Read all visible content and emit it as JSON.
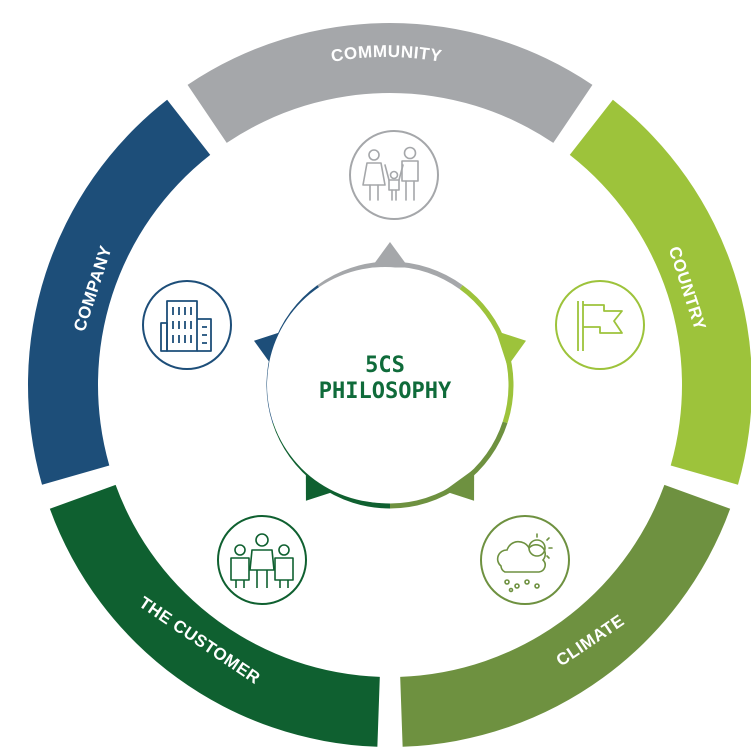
{
  "center": {
    "line1": "5CS",
    "line2": "PHILOSOPHY"
  },
  "segments": [
    {
      "key": "community",
      "label": "COMMUNITY",
      "color": "#a5a7aa",
      "icon": "family-icon"
    },
    {
      "key": "country",
      "label": "COUNTRY",
      "color": "#9dc33b",
      "icon": "flag-icon"
    },
    {
      "key": "climate",
      "label": "CLIMATE",
      "color": "#6e9140",
      "icon": "weather-icon"
    },
    {
      "key": "customer",
      "label": "THE CUSTOMER",
      "color": "#0f6030",
      "icon": "people-icon"
    },
    {
      "key": "company",
      "label": "COMPANY",
      "color": "#1d4e79",
      "icon": "building-icon"
    }
  ],
  "center_text_color": "#0f6b3a"
}
